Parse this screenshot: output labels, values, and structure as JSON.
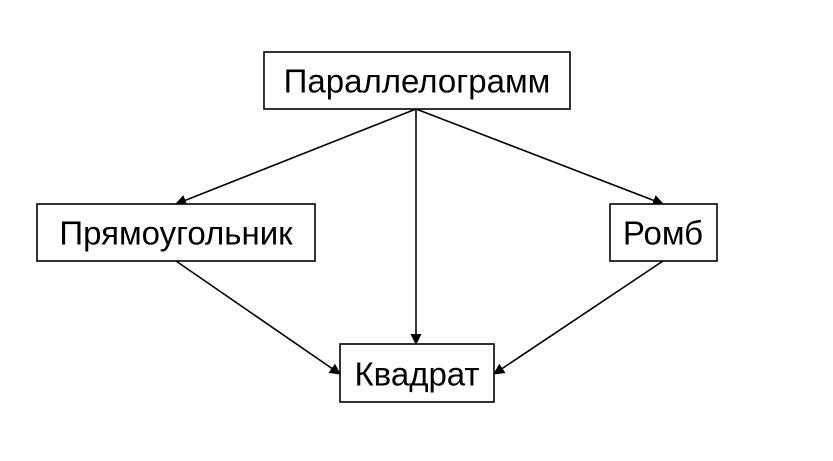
{
  "diagram": {
    "nodes": {
      "parallelogram": {
        "label": "Параллелограмм"
      },
      "rectangle": {
        "label": "Прямоугольник"
      },
      "rhombus": {
        "label": "Ромб"
      },
      "square": {
        "label": "Квадрат"
      }
    },
    "edges": [
      {
        "from": "parallelogram",
        "to": "rectangle"
      },
      {
        "from": "parallelogram",
        "to": "square"
      },
      {
        "from": "parallelogram",
        "to": "rhombus"
      },
      {
        "from": "rectangle",
        "to": "square"
      },
      {
        "from": "rhombus",
        "to": "square"
      }
    ],
    "colors": {
      "line": "#000000",
      "box_fill": "#ffffff",
      "text": "#000000"
    }
  }
}
